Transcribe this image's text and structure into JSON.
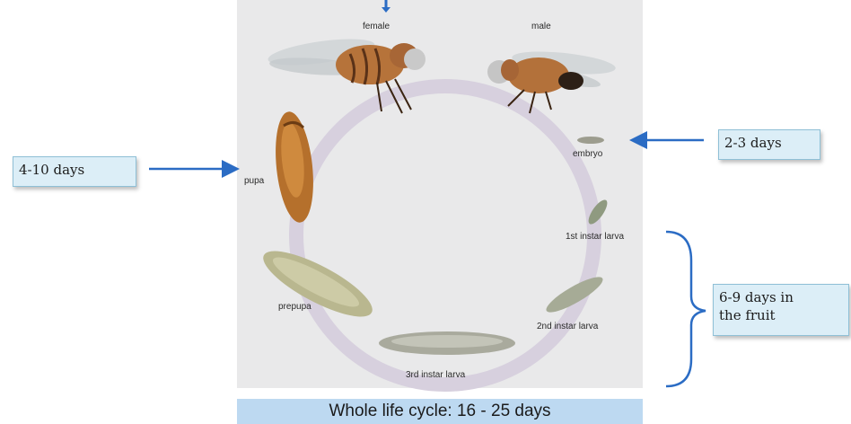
{
  "stages": {
    "female": "female",
    "male": "male",
    "embryo": "embryo",
    "first_instar": "1st instar larva",
    "second_instar": "2nd instar larva",
    "third_instar": "3rd instar larva",
    "prepupa": "prepupa",
    "pupa": "pupa"
  },
  "callouts": {
    "pupa_duration": "4-10 days",
    "embryo_duration": "2-3 days",
    "larva_duration_line1": "6-9 days in",
    "larva_duration_line2": "the fruit"
  },
  "footer": "Whole life cycle: 16 - 25 days",
  "colors": {
    "arrow": "#2b6cc4",
    "cycle_ring": "#d7d0de",
    "callout_fill": "#dceef7",
    "footer_band": "#bdd9f1"
  }
}
